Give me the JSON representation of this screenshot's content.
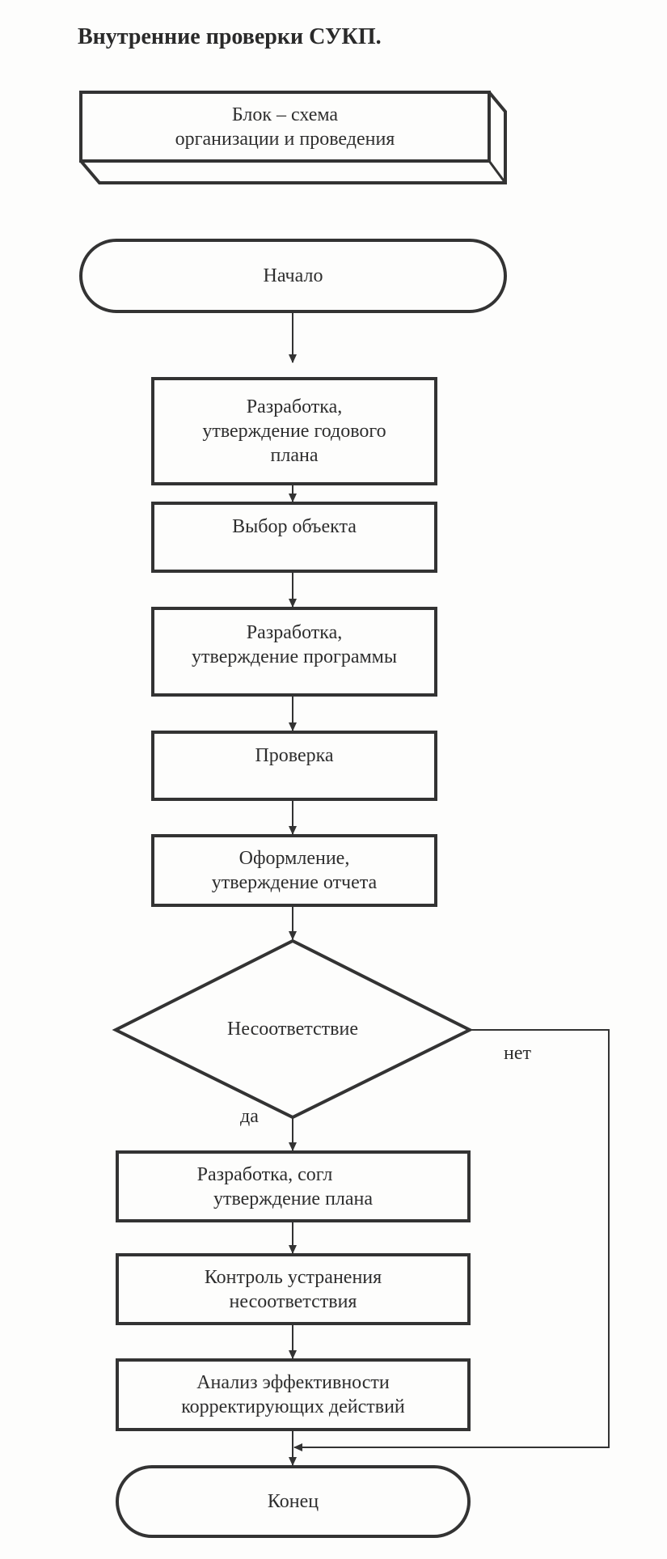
{
  "title": "Внутренние проверки СУКП.",
  "header_box": {
    "lines": [
      "Блок – схема",
      "организации и проведения"
    ]
  },
  "start": {
    "label": "Начало"
  },
  "steps": [
    {
      "lines": [
        "Разработка,",
        "утверждение годового",
        "плана"
      ]
    },
    {
      "lines": [
        "Выбор объекта"
      ]
    },
    {
      "lines": [
        "Разработка,",
        "утверждение программы"
      ]
    },
    {
      "lines": [
        "Проверка"
      ]
    },
    {
      "lines": [
        "Оформление,",
        "утверждение отчета"
      ]
    }
  ],
  "decision": {
    "label": "Несоответствие",
    "yes_label": "да",
    "no_label": "нет"
  },
  "actions": [
    {
      "lines": [
        "Разработка, согл",
        "утверждение плана"
      ]
    },
    {
      "lines": [
        "Контроль устранения",
        "несоответствия"
      ]
    },
    {
      "lines": [
        "Анализ эффективности",
        "корректирующих действий"
      ]
    }
  ],
  "end": {
    "label": "Конец"
  }
}
